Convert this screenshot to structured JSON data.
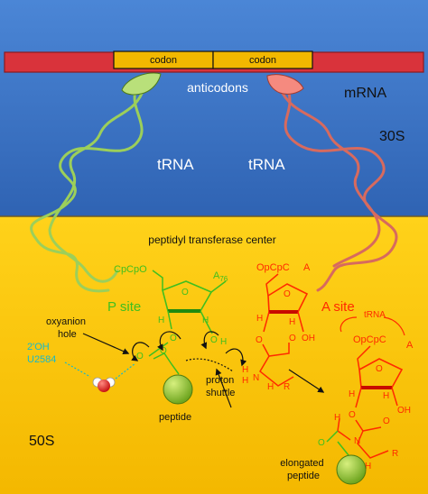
{
  "subunits": {
    "small": "30S",
    "large": "50S"
  },
  "mrna": {
    "label": "mRNA",
    "codons": [
      "codon",
      "codon"
    ]
  },
  "labels": {
    "anticodons": "anticodons",
    "trna_left": "tRNA",
    "trna_right": "tRNA",
    "ptc": "peptidyl transferase center",
    "p_site": "P site",
    "a_site": "A site",
    "oxyanion_hole": "oxyanion\nhole",
    "oh_u2584": "2'OH\nU2584",
    "proton_shuttle": "proton\nshuttle",
    "peptide": "peptide",
    "elongated_peptide": "elongated\npeptide",
    "trna_small": "tRNA"
  },
  "chem": {
    "p_cpcp": "CpCpO",
    "p_a76": "A",
    "p_a76_sub": "76",
    "a_opcpc": "OpCpC",
    "a_a": "A",
    "prod_opcpc": "OpCpC",
    "prod_a": "A",
    "O": "O",
    "H": "H",
    "N": "N",
    "R": "R",
    "OH": "OH"
  },
  "colors": {
    "top_bg": "#3a74c9",
    "bottom_bg": "#f7c300",
    "mrna": "#d9333b",
    "codon_box": "#f2b800",
    "p_site": "#3fbf1f",
    "a_site": "#ff2a00",
    "trna_left": "#9ccf5a",
    "trna_right": "#d76a5e",
    "oh_label": "#18b9c9"
  }
}
